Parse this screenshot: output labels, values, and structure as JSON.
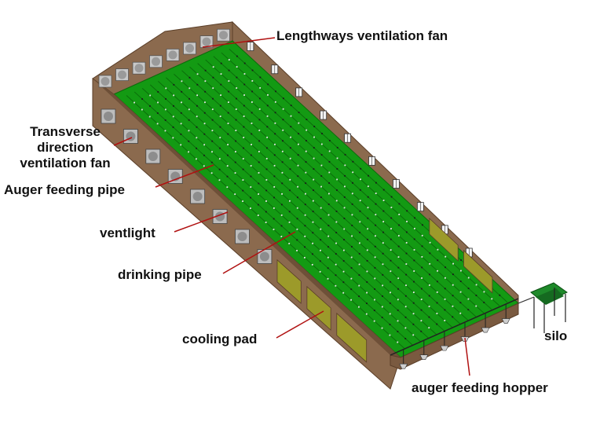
{
  "diagram": {
    "subject": "poultry house layout",
    "colors": {
      "wall": "#8B6A4E",
      "wall_dark": "#6E5038",
      "floor": "#139A13",
      "floor_line": "#0B6E0B",
      "cooling_pad": "#9C9A2A",
      "leader": "#B01010",
      "window": "#F2F2F2",
      "fan": "#C8C8C8"
    },
    "labels": {
      "lengthways_fan": "Lengthways ventilation fan",
      "transverse_fan": [
        "Transverse",
        "direction",
        "ventilation fan"
      ],
      "auger_pipe": "Auger feeding pipe",
      "ventlight": "ventlight",
      "drinking_pipe": "drinking pipe",
      "cooling_pad": "cooling pad",
      "silo": "silo",
      "auger_hopper": "auger feeding hopper"
    }
  }
}
